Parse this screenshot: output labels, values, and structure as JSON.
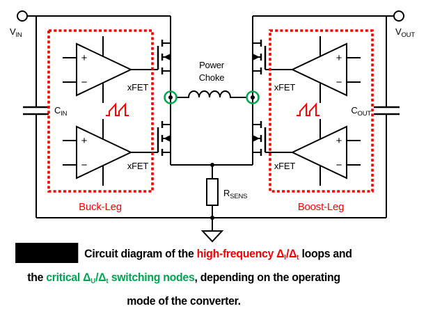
{
  "labels": {
    "vin_main": "V",
    "vin_sub": "IN",
    "vout_main": "V",
    "vout_sub": "OUT",
    "cin_main": "C",
    "cin_sub": "IN",
    "cout_main": "C",
    "cout_sub": "OUT",
    "rsens_main": "R",
    "rsens_sub": "SENS",
    "choke_line1": "Power",
    "choke_line2": "Choke",
    "xfet": "xFET",
    "amp_plus": "+",
    "amp_minus": "−",
    "buck_leg": "Buck-Leg",
    "boost_leg": "Boost-Leg"
  },
  "colors": {
    "loop_red": "#ff0000",
    "node_green": "#00a84d",
    "caption_red": "#f50002",
    "caption_green": "#00a651",
    "wire_black": "#000000"
  },
  "icons": {
    "switch_node_marker": "green-circle-node",
    "pwm_waveform": "red-sawtooth-pulse",
    "ground": "ground-triangle"
  },
  "caption": {
    "line1": [
      {
        "text": "Circuit diagram of the ",
        "color": "black"
      },
      {
        "text": "high-frequency Δ",
        "color": "red"
      },
      {
        "text": "I",
        "color": "red",
        "sub": true
      },
      {
        "text": "/Δ",
        "color": "red"
      },
      {
        "text": "t",
        "color": "red",
        "sub": true
      },
      {
        "text": " loops and",
        "color": "black"
      }
    ],
    "line2": [
      {
        "text": "the ",
        "color": "black"
      },
      {
        "text": "critical Δ",
        "color": "green"
      },
      {
        "text": "U",
        "color": "green",
        "sub": true
      },
      {
        "text": "/Δ",
        "color": "green"
      },
      {
        "text": "t",
        "color": "green",
        "sub": true
      },
      {
        "text": " switching nodes",
        "color": "green"
      },
      {
        "text": ", depending on the operating",
        "color": "black"
      }
    ],
    "line3": [
      {
        "text": "mode of the converter.",
        "color": "black"
      }
    ]
  }
}
